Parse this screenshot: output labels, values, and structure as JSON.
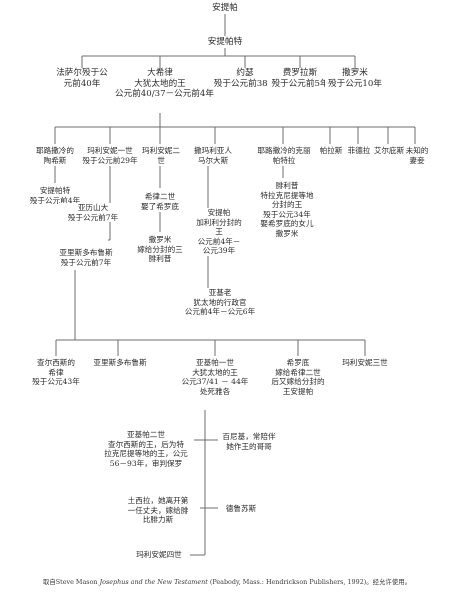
{
  "nodes": {
    "antipater": [
      "安提帕"
    ],
    "antipater2": [
      "安提帕特"
    ],
    "phasael": [
      "法萨尔殁于公",
      "元前40年"
    ],
    "herod": [
      "大希律",
      "大犹太地的王",
      "公元前40/37－公元前4年"
    ],
    "joseph": [
      "约瑟",
      "殁于公元前38年"
    ],
    "pheroras": [
      "费罗拉斯",
      "殁于公元前5年"
    ],
    "salome": [
      "撒罗米",
      "殁于公元10年"
    ],
    "mariamme1": [
      "耶路撒冷的",
      "陶希斯"
    ],
    "mariamme2": [
      "玛利安妮一世",
      "殁于公元前29年"
    ],
    "mariamme3": [
      "玛利安妮二",
      "世"
    ],
    "malthace": [
      "撒玛利亚人",
      "马尔大斯"
    ],
    "cleopatra": [
      "耶路撒冷的克丽",
      "帕特拉"
    ],
    "pallas": [
      "帕拉斯"
    ],
    "phaedra": [
      "菲德拉"
    ],
    "elpis": [
      "艾尔庇斯"
    ],
    "unknown": [
      "未知的",
      "妻妾"
    ],
    "antipater_son": [
      "安提帕特",
      "殁于公元前4年"
    ],
    "alexander": [
      "亚历山大",
      "殁于公元前7年"
    ],
    "aristobulus": [
      "亚里斯多布鲁斯",
      "殁于公元前7年"
    ],
    "herod2": [
      "希律二世",
      "娶了希罗底"
    ],
    "salome2": [
      "撒罗米",
      "嫁给分封的三",
      "腓利普"
    ],
    "antipas": [
      "安提帕",
      "加利利分封的",
      "王",
      "公元前4年－",
      "公元39年"
    ],
    "philip": [
      "腓利普",
      "特拉克尼提等地",
      "分封的王",
      "殁于公元34年",
      "娶希罗底的女儿",
      "撒罗米"
    ],
    "archelaus": [
      "亚基老",
      "犹太地的行政官",
      "公元前4年－公元6年"
    ],
    "herod_chalcis": [
      "查尔西斯的",
      "希律",
      "殁于公元43年"
    ],
    "aristobulus3": [
      "亚里斯多布鲁斯"
    ],
    "agrippa1": [
      "亚基帕一世",
      "大犹太地的王",
      "公元37/41 － 44年",
      "处死雅各"
    ],
    "herodias": [
      "希罗底",
      "嫁给希律二世",
      "后又嫁给分封的",
      "王安提帕"
    ],
    "mariamme_iii": [
      "玛利安妮三世"
    ],
    "agrippa2": [
      "亚基帕二世",
      "查尔西斯的王，后为特",
      "拉克尼提等地的王，公元",
      "56－93年，审判保罗"
    ],
    "bernice": [
      "百尼基，常陪伴",
      "她作王的哥哥"
    ],
    "drusilla": [
      "土西拉，她离开第",
      "一任丈夫，嫁给腓",
      "比腓力斯"
    ],
    "drusus": [
      "德鲁苏斯"
    ],
    "mariamme4": [
      "玛利安妮四世"
    ]
  },
  "caption": {
    "prefix": "取自Steve Mason ",
    "book": "Josephus and the New Testament",
    "suffix": " (Peabody, Mass.: Hendrickson Publishers, 1992)。经允许使用。"
  }
}
